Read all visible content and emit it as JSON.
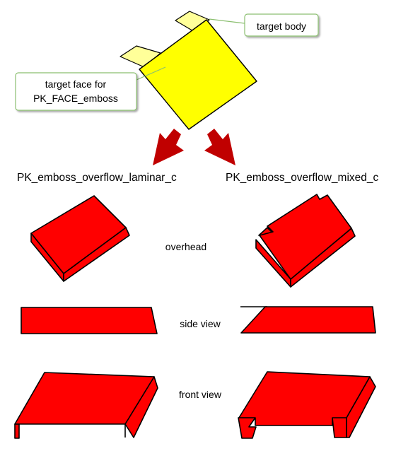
{
  "colors": {
    "target_face": "#ffff00",
    "target_tab": "#ffff99",
    "emboss_result": "#ff0000",
    "arrow": "#c00000",
    "callout_border": "#8bbf70"
  },
  "callouts": {
    "target_body": "target body",
    "target_face_line1": "target face for",
    "target_face_line2": "PK_FACE_emboss"
  },
  "columns": {
    "left_title": "PK_emboss_overflow_laminar_c",
    "right_title": "PK_emboss_overflow_mixed_c"
  },
  "row_labels": {
    "overhead": "overhead",
    "side": "side view",
    "front": "front view"
  }
}
